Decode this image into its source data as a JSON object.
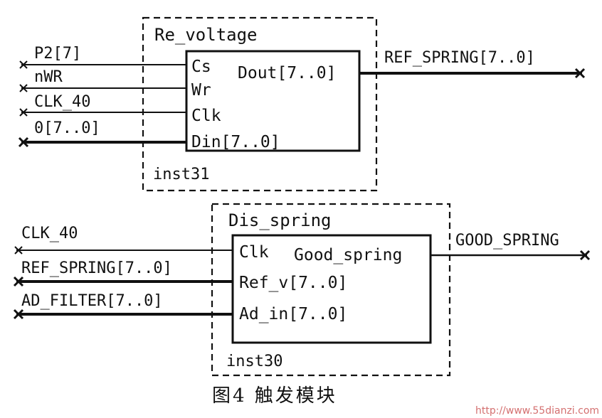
{
  "diagram": {
    "blocks": [
      {
        "name": "Re_voltage",
        "instance": "inst31",
        "ports_in": [
          "Cs",
          "Wr",
          "Clk",
          "Din[7..0]"
        ],
        "ports_out": [
          "Dout[7..0]"
        ],
        "input_signals": [
          "P2[7]",
          "nWR",
          "CLK_40",
          "0[7..0]"
        ],
        "output_signals": [
          "REF_SPRING[7..0]"
        ]
      },
      {
        "name": "Dis_spring",
        "instance": "inst30",
        "ports_in": [
          "Clk",
          "Ref_v[7..0]",
          "Ad_in[7..0]"
        ],
        "ports_out": [
          "Good_spring"
        ],
        "input_signals": [
          "CLK_40",
          "REF_SPRING[7..0]",
          "AD_FILTER[7..0]"
        ],
        "output_signals": [
          "GOOD_SPRING"
        ]
      }
    ],
    "caption": "图4 触发模块",
    "watermark": "http://www.55dianzi.com"
  },
  "colors": {
    "ink": "#111111",
    "watermark": "#d47070"
  }
}
